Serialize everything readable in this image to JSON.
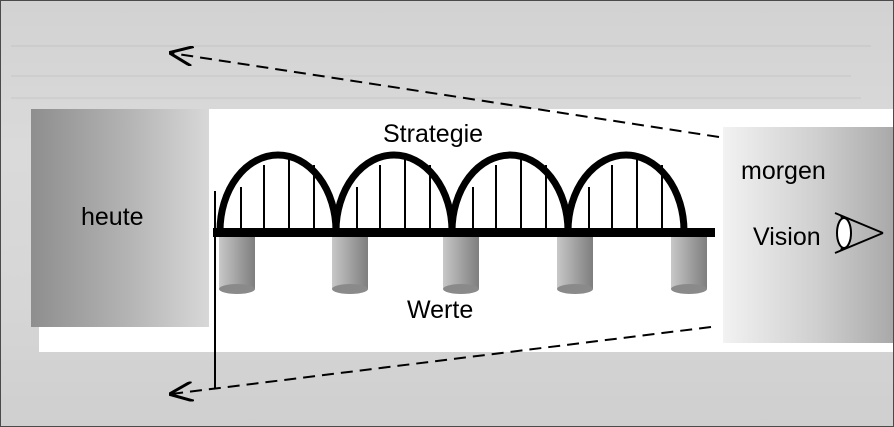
{
  "labels": {
    "left": "heute",
    "right": "morgen",
    "vision": "Vision",
    "top": "Strategie",
    "bottom": "Werte"
  },
  "colors": {
    "ink": "#000000",
    "pillar": "#9a9a9a",
    "background": "#d6d6d6"
  },
  "icons": [
    "eye-icon",
    "bridge-illustration"
  ]
}
